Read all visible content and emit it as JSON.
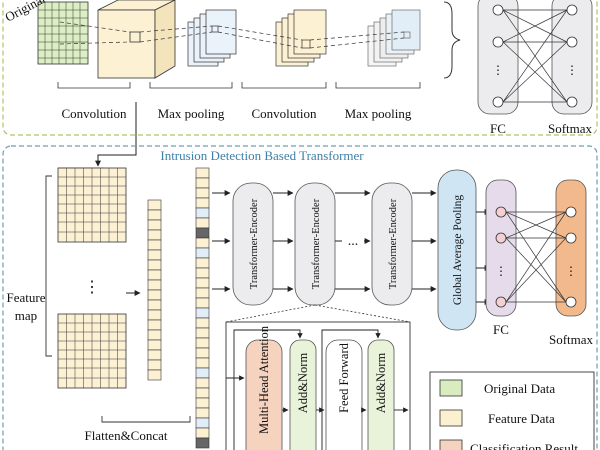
{
  "top": {
    "original_label": "Original",
    "steps": [
      "Convolution",
      "Max pooling",
      "Convolution",
      "Max pooling"
    ],
    "fc": "FC",
    "softmax": "Softmax"
  },
  "bottom": {
    "title": "Intrusion Detection Based Transformer",
    "feature_map": [
      "Feature",
      "map"
    ],
    "flatten": "Flatten&Concat",
    "encoder": "Transformer-Encoder",
    "ellipsis": "...",
    "gap": "Global Average Pooling",
    "fc": "FC",
    "softmax": "Softmax",
    "encoder_detail": [
      "Multi-Head Attention",
      "Add&Norm",
      "Feed Forward",
      "Add&Norm"
    ]
  },
  "legend": [
    {
      "label": "Original Data",
      "color": "#d9ecc0"
    },
    {
      "label": "Feature Data",
      "color": "#fbf0cf"
    },
    {
      "label": "Classification Result",
      "color": "#f6d3bf"
    }
  ],
  "colors": {
    "top_border": "#a9c46a",
    "bottom_border": "#6c9fb0",
    "title_blue": "#3f7fa6",
    "grid_green": "#dcefc4",
    "feature_yellow": "#fdf1d4",
    "fc_purple": "#e5dbea",
    "softmax_orange": "#f2b98c",
    "gap_blue": "#cfe5f4",
    "neuron_pink": "#f6cfd2"
  }
}
